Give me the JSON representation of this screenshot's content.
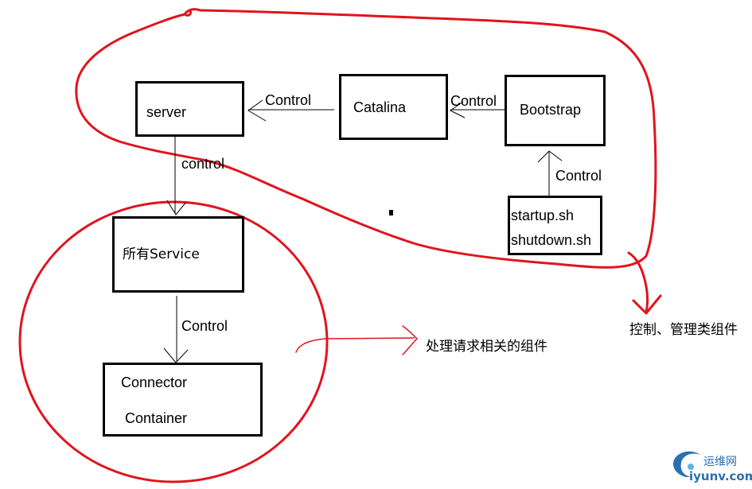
{
  "nodes": {
    "server": "server",
    "catalina": "Catalina",
    "bootstrap": "Bootstrap",
    "startup": "startup.sh",
    "shutdown": "shutdown.sh",
    "service": "所有Service",
    "connector": "Connector",
    "container": "Container"
  },
  "edges": {
    "catalina_to_server": "Control",
    "bootstrap_to_catalina": "Control",
    "server_to_service": "control",
    "scripts_to_bootstrap": "Control",
    "service_to_connector": "Control"
  },
  "annotations": {
    "control_group": "控制、管理类组件",
    "request_group": "处理请求相关的组件"
  },
  "watermark": {
    "name": "运维网",
    "domain": "iyunv.com"
  },
  "colors": {
    "outline": "#e0141e",
    "box": "#000000",
    "watermark": "#2a6fb0"
  }
}
